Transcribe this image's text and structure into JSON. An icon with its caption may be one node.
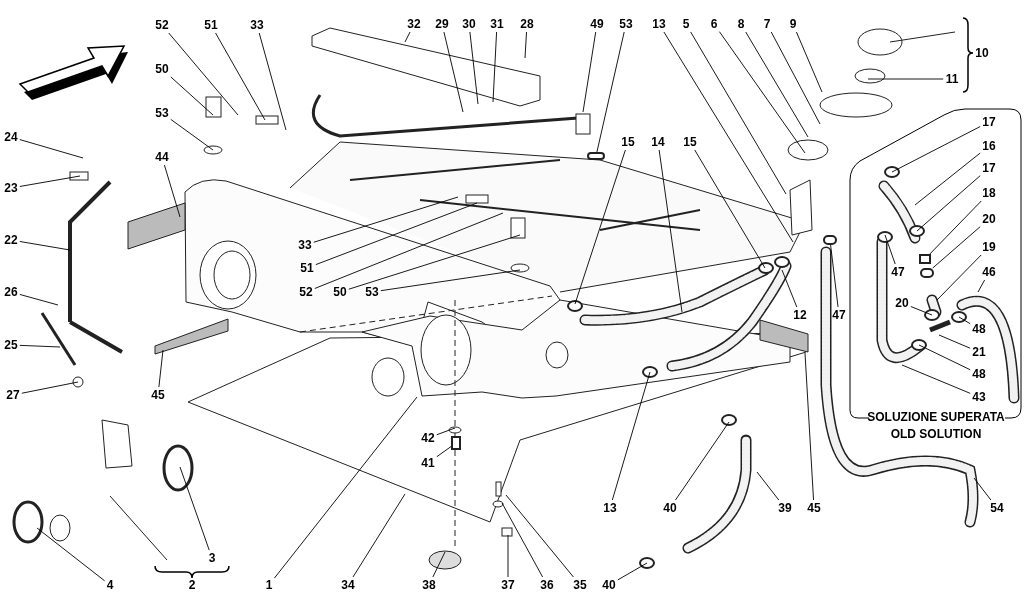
{
  "diagram": {
    "nodes": [
      {
        "text": [
          "SOLUZIONE SUPERATA OLD SOLUTION"
        ]
      },
      {
        "text": [
          "52"
        ]
      },
      {
        "text": [
          "51"
        ]
      },
      {
        "text": [
          "33"
        ]
      },
      {
        "text": [
          "32"
        ]
      },
      {
        "text": [
          "29"
        ]
      },
      {
        "text": [
          "30"
        ]
      },
      {
        "text": [
          "31"
        ]
      },
      {
        "text": [
          "28"
        ]
      },
      {
        "text": [
          "49"
        ]
      },
      {
        "text": [
          "53"
        ]
      },
      {
        "text": [
          "13"
        ]
      },
      {
        "text": [
          "5"
        ]
      },
      {
        "text": [
          "6"
        ]
      },
      {
        "text": [
          "8"
        ]
      },
      {
        "text": [
          "7"
        ]
      },
      {
        "text": [
          "9"
        ]
      },
      {
        "text": [
          "11"
        ]
      },
      {
        "text": [
          "50"
        ]
      },
      {
        "text": [
          "53"
        ]
      },
      {
        "text": [
          "24"
        ]
      },
      {
        "text": [
          "15"
        ]
      },
      {
        "text": [
          "14"
        ]
      },
      {
        "text": [
          "15"
        ]
      },
      {
        "text": [
          "44"
        ]
      },
      {
        "text": [
          "23"
        ]
      },
      {
        "text": [
          "22"
        ]
      },
      {
        "text": [
          "33"
        ]
      },
      {
        "text": [
          "51"
        ]
      },
      {
        "text": [
          "52"
        ]
      },
      {
        "text": [
          "50"
        ]
      },
      {
        "text": [
          "53"
        ]
      },
      {
        "text": [
          "26"
        ]
      },
      {
        "text": [
          "12"
        ]
      },
      {
        "text": [
          "47"
        ]
      },
      {
        "text": [
          "25"
        ]
      },
      {
        "text": [
          "45"
        ]
      },
      {
        "text": [
          "27"
        ]
      },
      {
        "text": [
          "42"
        ]
      },
      {
        "text": [
          "41"
        ]
      },
      {
        "text": [
          "13"
        ]
      },
      {
        "text": [
          "40"
        ]
      },
      {
        "text": [
          "39"
        ]
      },
      {
        "text": [
          "45"
        ]
      },
      {
        "text": [
          "54"
        ]
      },
      {
        "text": [
          "3"
        ]
      },
      {
        "text": [
          "4"
        ]
      },
      {
        "text": [
          "1"
        ]
      },
      {
        "text": [
          "34"
        ]
      },
      {
        "text": [
          "38"
        ]
      },
      {
        "text": [
          "37"
        ]
      },
      {
        "text": [
          "36"
        ]
      },
      {
        "text": [
          "35"
        ]
      },
      {
        "text": [
          "40"
        ]
      },
      {
        "text": [
          "17"
        ],
        "in": 0
      },
      {
        "text": [
          "16"
        ],
        "in": 0
      },
      {
        "text": [
          "17"
        ],
        "in": 0
      },
      {
        "text": [
          "18"
        ],
        "in": 0
      },
      {
        "text": [
          "20"
        ],
        "in": 0
      },
      {
        "text": [
          "19"
        ],
        "in": 0
      },
      {
        "text": [
          "46"
        ],
        "in": 0
      },
      {
        "text": [
          "47"
        ],
        "in": 0
      },
      {
        "text": [
          "20"
        ],
        "in": 0
      },
      {
        "text": [
          "48"
        ],
        "in": 0
      },
      {
        "text": [
          "21"
        ],
        "in": 0
      },
      {
        "text": [
          "48"
        ],
        "in": 0
      },
      {
        "text": [
          "43"
        ],
        "in": 0
      },
      {
        "text": [],
        "shape": "circle"
      },
      {
        "text": [],
        "shape": "circle"
      },
      {
        "text": [],
        "shape": "box"
      },
      {
        "text": [],
        "shape": "box",
        "in": 0
      },
      {
        "text": [],
        "shape": "circle",
        "in": 0
      }
    ],
    "edges": [
      {
        "from": 1,
        "to": null,
        "arrow": "none"
      },
      {
        "from": 2,
        "to": null,
        "arrow": "none"
      },
      {
        "from": 3,
        "to": null,
        "arrow": "none"
      },
      {
        "from": 4,
        "to": null,
        "arrow": "none"
      },
      {
        "from": 5,
        "to": null,
        "arrow": "none"
      },
      {
        "from": 6,
        "to": null,
        "arrow": "none"
      },
      {
        "from": 7,
        "to": null,
        "arrow": "none"
      },
      {
        "from": 8,
        "to": null,
        "arrow": "none"
      },
      {
        "from": 9,
        "to": null,
        "arrow": "none"
      },
      {
        "from": 10,
        "to": 67,
        "arrow": "none"
      },
      {
        "from": 11,
        "to": null,
        "arrow": "none"
      },
      {
        "from": 12,
        "to": null,
        "arrow": "none"
      },
      {
        "from": 13,
        "to": null,
        "arrow": "none"
      },
      {
        "from": 14,
        "to": null,
        "arrow": "none"
      },
      {
        "from": 15,
        "to": null,
        "arrow": "none"
      },
      {
        "from": 16,
        "to": null,
        "arrow": "none"
      },
      {
        "from": 17,
        "to": null,
        "arrow": "none"
      },
      {
        "from": 18,
        "to": null,
        "arrow": "none"
      },
      {
        "from": 19,
        "to": null,
        "arrow": "none"
      },
      {
        "from": 20,
        "to": null,
        "arrow": "none"
      },
      {
        "from": 21,
        "to": null,
        "arrow": "none"
      },
      {
        "from": 22,
        "to": null,
        "arrow": "none"
      },
      {
        "from": 23,
        "to": null,
        "arrow": "none"
      },
      {
        "from": 24,
        "to": null,
        "arrow": "none"
      },
      {
        "from": 25,
        "to": null,
        "arrow": "none"
      },
      {
        "from": 26,
        "to": null,
        "arrow": "none"
      },
      {
        "from": 27,
        "to": null,
        "arrow": "none"
      },
      {
        "from": 28,
        "to": null,
        "arrow": "none"
      },
      {
        "from": 29,
        "to": null,
        "arrow": "none"
      },
      {
        "from": 30,
        "to": null,
        "arrow": "none"
      },
      {
        "from": 31,
        "to": null,
        "arrow": "none"
      },
      {
        "from": 32,
        "to": null,
        "arrow": "none"
      },
      {
        "from": 33,
        "to": null,
        "arrow": "none"
      },
      {
        "from": 34,
        "to": 68,
        "arrow": "none"
      },
      {
        "from": 35,
        "to": null,
        "arrow": "none"
      },
      {
        "from": 36,
        "to": null,
        "arrow": "none"
      },
      {
        "from": 37,
        "to": null,
        "arrow": "none"
      },
      {
        "from": 38,
        "to": null,
        "arrow": "none"
      },
      {
        "from": 39,
        "to": 69,
        "arrow": "none"
      },
      {
        "from": 40,
        "to": null,
        "arrow": "none"
      },
      {
        "from": 41,
        "to": null,
        "arrow": "none"
      },
      {
        "from": 42,
        "to": null,
        "arrow": "none"
      },
      {
        "from": 43,
        "to": null,
        "arrow": "none"
      },
      {
        "from": 44,
        "to": null,
        "arrow": "none"
      },
      {
        "from": 45,
        "to": null,
        "arrow": "none"
      },
      {
        "from": 46,
        "to": null,
        "arrow": "none"
      },
      {
        "from": 47,
        "to": null,
        "arrow": "none"
      },
      {
        "from": 48,
        "to": null,
        "arrow": "none"
      },
      {
        "from": 49,
        "to": null,
        "arrow": "none"
      },
      {
        "from": 50,
        "to": null,
        "arrow": "none"
      },
      {
        "from": 51,
        "to": null,
        "arrow": "none"
      },
      {
        "from": 52,
        "to": null,
        "arrow": "none"
      },
      {
        "from": 53,
        "to": null,
        "arrow": "none"
      },
      {
        "from": 54,
        "to": null,
        "arrow": "none"
      },
      {
        "from": 55,
        "to": null,
        "arrow": "none"
      },
      {
        "from": 56,
        "to": null,
        "arrow": "none"
      },
      {
        "from": 57,
        "to": 70,
        "arrow": "none"
      },
      {
        "from": 58,
        "to": 71,
        "arrow": "none"
      },
      {
        "from": 59,
        "to": null,
        "arrow": "none"
      },
      {
        "from": 60,
        "to": null,
        "arrow": "none"
      },
      {
        "from": 61,
        "to": null,
        "arrow": "none"
      },
      {
        "from": 62,
        "to": null,
        "arrow": "none"
      },
      {
        "from": 63,
        "to": null,
        "arrow": "none"
      },
      {
        "from": 64,
        "to": null,
        "arrow": "none"
      },
      {
        "from": 65,
        "to": null,
        "arrow": "none"
      },
      {
        "from": 66,
        "to": null,
        "arrow": "none"
      }
    ],
    "labels": [
      "10",
      "2"
    ]
  }
}
